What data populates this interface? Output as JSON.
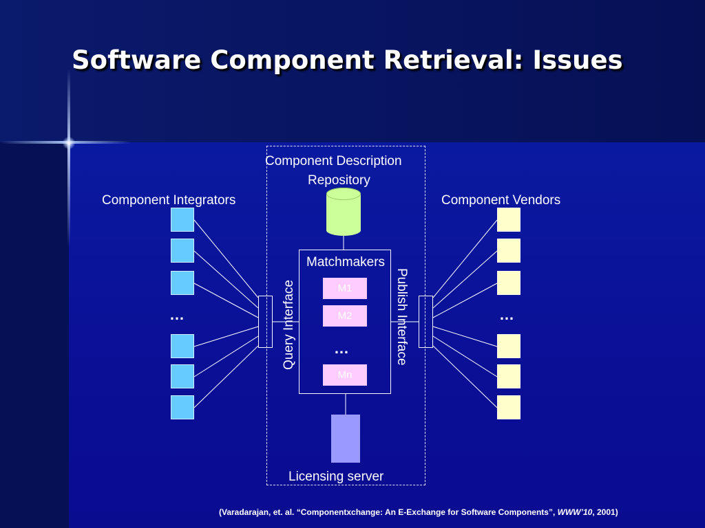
{
  "slide": {
    "title": "Software Component Retrieval: Issues",
    "labels": {
      "integrators": "Component Integrators",
      "vendors": "Component Vendors",
      "repository_line1": "Component Description",
      "repository_line2": "Repository",
      "matchmakers": "Matchmakers",
      "query_interface": "Query Interface",
      "publish_interface": "Publish Interface",
      "licensing_server": "Licensing server",
      "ellipsis": "…"
    },
    "matchmakers": [
      "M1",
      "M2",
      "Mn"
    ],
    "integrator_boxes": 6,
    "vendor_boxes": 6,
    "citation": {
      "prefix": "(Varadarajan, et. al. “Componentxchange: An E-Exchange for Software Components”, ",
      "venue": "WWW’10",
      "suffix": ", 2001)"
    },
    "colors": {
      "integrator_box": "#66ccff",
      "vendor_box": "#ffffcc",
      "repository": "#ccff99",
      "matchmaker_box": "#ffccff",
      "licensing_server": "#9999ff"
    }
  }
}
